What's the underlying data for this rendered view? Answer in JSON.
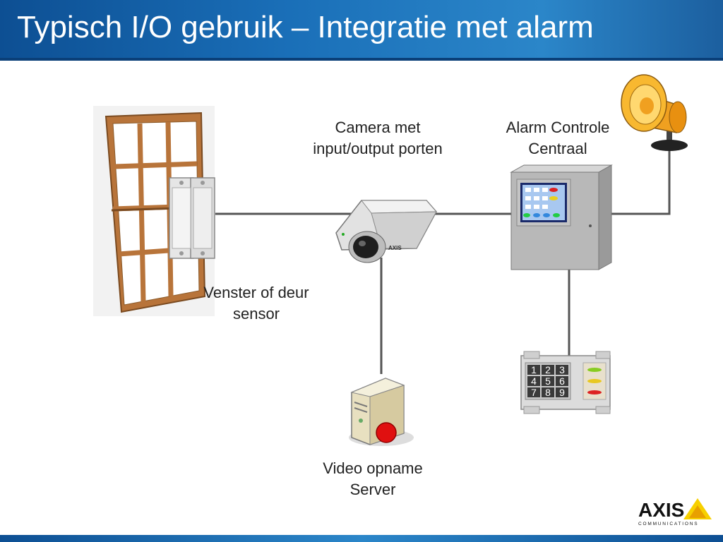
{
  "slide": {
    "title": "Typisch I/O gebruik – Integratie met alarm"
  },
  "labels": {
    "camera_line1": "Camera met",
    "camera_line2": "input/output porten",
    "alarm_line1": "Alarm Controle",
    "alarm_line2": "Centraal",
    "sensor_line1": "Venster of deur",
    "sensor_line2": "sensor",
    "server_line1": "Video opname",
    "server_line2": "Server"
  },
  "keypad": {
    "keys": [
      "1",
      "2",
      "3",
      "4",
      "5",
      "6",
      "7",
      "8",
      "9"
    ]
  },
  "logo": {
    "brand": "AXIS",
    "tagline": "COMMUNICATIONS"
  },
  "colors": {
    "title_bar": "#1a6fb8",
    "wire": "#555555",
    "window_wood": "#b8743a",
    "alarm_horn": "#f0a020",
    "record_button": "#e01010"
  },
  "icons": [
    "window-icon",
    "door-sensor-icon",
    "camera-icon",
    "alarm-panel-icon",
    "siren-icon",
    "keypad-icon",
    "server-icon"
  ]
}
